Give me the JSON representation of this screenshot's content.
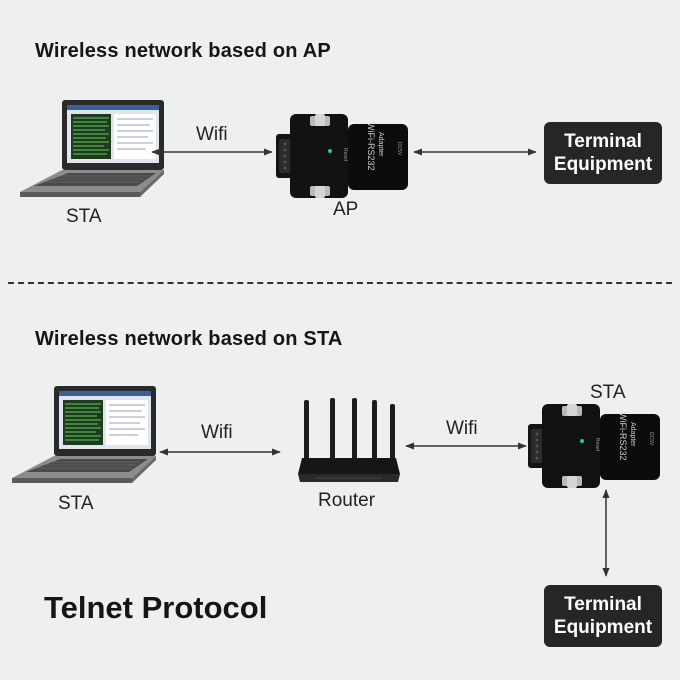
{
  "diagram_ap": {
    "heading": "Wireless network based on AP",
    "sta_label": "STA",
    "link_label": "Wifi",
    "ap_label": "AP",
    "terminal_line1": "Terminal",
    "terminal_line2": "Equipment",
    "adapter_text": "WiFi-RS232",
    "adapter_sub": "Adapter",
    "adapter_reset": "Reset",
    "adapter_dc": "DC5V"
  },
  "diagram_sta": {
    "heading": "Wireless network based on STA",
    "sta_label_left": "STA",
    "link_label_left": "Wifi",
    "router_label": "Router",
    "link_label_right": "Wifi",
    "sta_label_right": "STA",
    "terminal_line1": "Terminal",
    "terminal_line2": "Equipment",
    "adapter_text": "WiFi-RS232",
    "adapter_sub": "Adapter",
    "adapter_reset": "Reset",
    "adapter_dc": "DC5V"
  },
  "footer_title": "Telnet Protocol",
  "icons": [
    "laptop-icon",
    "rs232-adapter-icon",
    "router-icon"
  ],
  "colors": {
    "background": "#eef0f0",
    "terminal_box": "#262626",
    "text": "#151515"
  }
}
